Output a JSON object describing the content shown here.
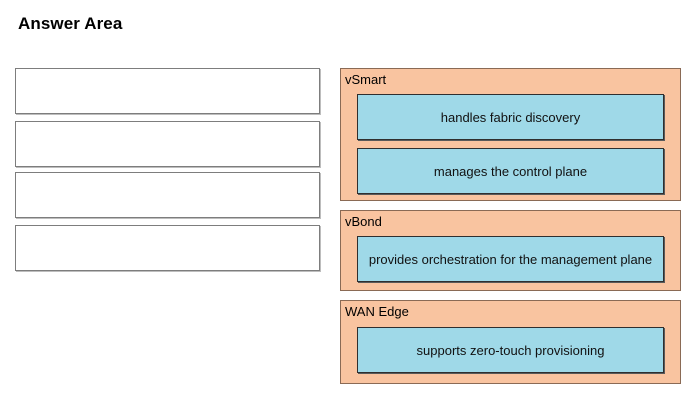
{
  "header": {
    "title": "Answer Area"
  },
  "answer_slots": [
    "",
    "",
    "",
    ""
  ],
  "groups": [
    {
      "label": "vSmart",
      "items": [
        "handles fabric discovery",
        "manages the control plane"
      ]
    },
    {
      "label": "vBond",
      "items": [
        "provides orchestration for the management plane"
      ]
    },
    {
      "label": "WAN Edge",
      "items": [
        "supports zero-touch provisioning"
      ]
    }
  ],
  "colors": {
    "group_background": "#f9c4a0",
    "item_background": "#9fd9e8",
    "slot_background": "#ffffff"
  }
}
